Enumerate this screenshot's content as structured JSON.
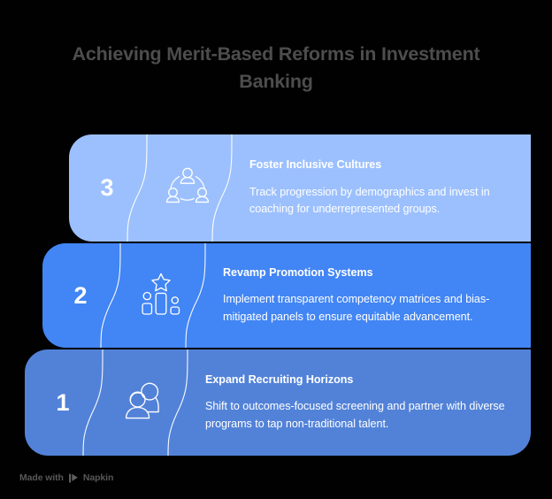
{
  "title": "Achieving Merit-Based Reforms in Investment Banking",
  "theme": {
    "background": "#010101",
    "title_color": "#4d4d4d",
    "card_3_color": "#9cc0fd",
    "card_2_color": "#4285f4",
    "card_1_color": "#5282d8",
    "text_color": "#ffffff",
    "divider_color": "#ffffff"
  },
  "steps": [
    {
      "number": "3",
      "icon": "people-network-icon",
      "heading": "Foster Inclusive Cultures",
      "description": "Track progression by demographics and invest in coaching for underrepresented groups."
    },
    {
      "number": "2",
      "icon": "podium-star-icon",
      "heading": "Revamp Promotion Systems",
      "description": "Implement transparent competency matrices and bias-mitigated panels to ensure equitable advancement."
    },
    {
      "number": "1",
      "icon": "people-search-icon",
      "heading": "Expand Recruiting Horizons",
      "description": "Shift to outcomes-focused screening and partner with diverse programs to tap non-traditional talent."
    }
  ],
  "footer": {
    "made_with": "Made with",
    "brand": "Napkin",
    "logo_icon": "napkin-logo-icon"
  }
}
